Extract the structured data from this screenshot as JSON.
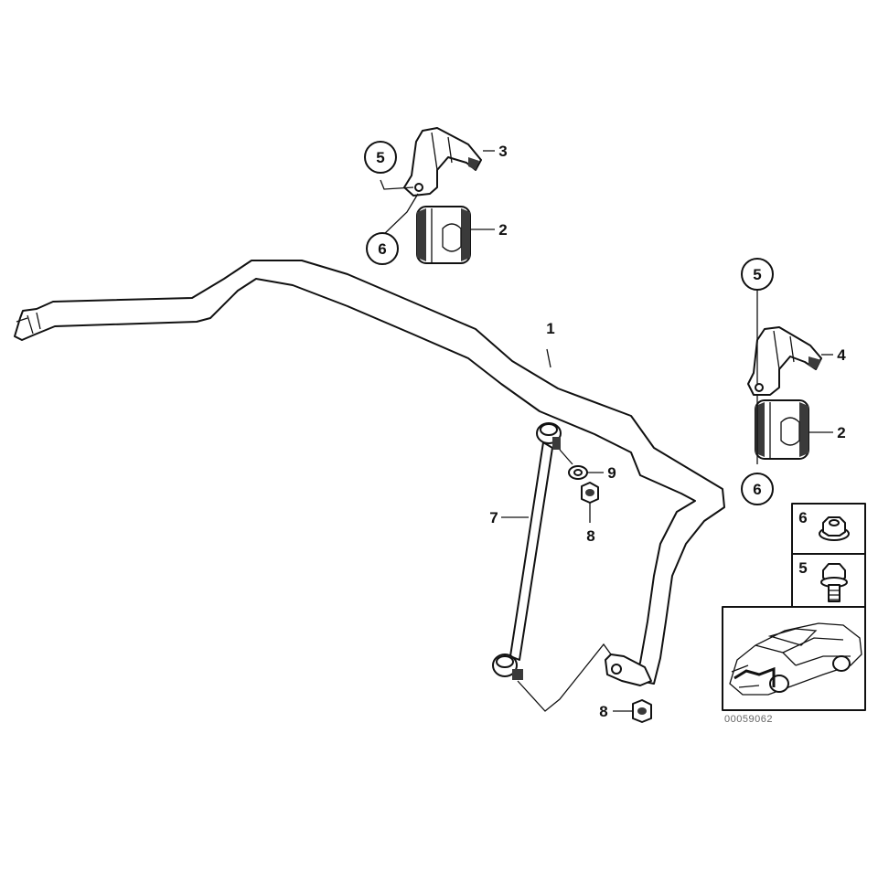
{
  "diagram": {
    "callouts": {
      "p1": "1",
      "p2a": "2",
      "p2b": "2",
      "p3": "3",
      "p4": "4",
      "p5a": "5",
      "p5b": "5",
      "p6a": "6",
      "p6b": "6",
      "p7": "7",
      "p8a": "8",
      "p8b": "8",
      "p9": "9"
    },
    "legend": {
      "nut_label": "6",
      "bolt_label": "5"
    },
    "image_number": "00059062"
  }
}
